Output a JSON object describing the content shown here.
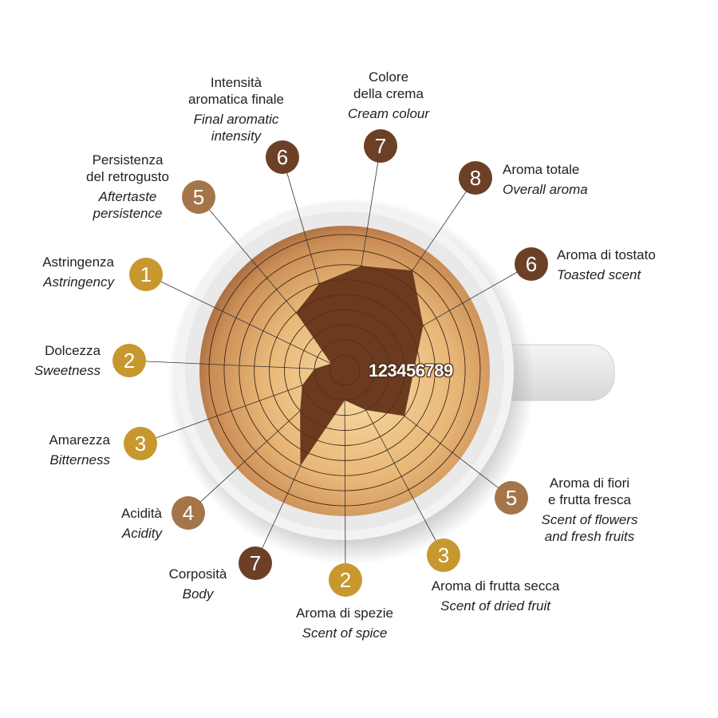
{
  "chart_data": {
    "type": "radar",
    "title": "",
    "scale": {
      "min": 0,
      "max": 9
    },
    "ticks": [
      "1",
      "2",
      "3",
      "4",
      "5",
      "6",
      "7",
      "8",
      "9"
    ],
    "colors": {
      "polygon": "#6b3a1f",
      "grid": "#3a2414",
      "badge_dark": "#6b4027",
      "badge_mid": "#a5754a",
      "badge_gold": "#c8982f"
    },
    "axes": [
      {
        "it": [
          "Colore",
          "della crema"
        ],
        "en": [
          "Cream colour"
        ],
        "value": 7
      },
      {
        "it": [
          "Aroma totale"
        ],
        "en": [
          "Overall aroma"
        ],
        "value": 8
      },
      {
        "it": [
          "Aroma di tostato"
        ],
        "en": [
          "Toasted scent"
        ],
        "value": 6
      },
      {
        "it": [
          "Aroma di fiori",
          "e frutta fresca"
        ],
        "en": [
          "Scent of flowers",
          "and fresh fruits"
        ],
        "value": 5
      },
      {
        "it": [
          "Aroma di frutta secca"
        ],
        "en": [
          "Scent of dried fruit"
        ],
        "value": 3
      },
      {
        "it": [
          "Aroma di spezie"
        ],
        "en": [
          "Scent of spice"
        ],
        "value": 2
      },
      {
        "it": [
          "Corposità"
        ],
        "en": [
          "Body"
        ],
        "value": 7
      },
      {
        "it": [
          "Acidità"
        ],
        "en": [
          "Acidity"
        ],
        "value": 4
      },
      {
        "it": [
          "Amarezza"
        ],
        "en": [
          "Bitterness"
        ],
        "value": 3
      },
      {
        "it": [
          "Dolcezza"
        ],
        "en": [
          "Sweetness"
        ],
        "value": 2
      },
      {
        "it": [
          "Astringenza"
        ],
        "en": [
          "Astringency"
        ],
        "value": 1
      },
      {
        "it": [
          "Persistenza",
          "del retrogusto"
        ],
        "en": [
          "Aftertaste",
          "persistence"
        ],
        "value": 5
      },
      {
        "it": [
          "Intensità",
          "aromatica finale"
        ],
        "en": [
          "Final aromatic",
          "intensity"
        ],
        "value": 6
      }
    ]
  }
}
